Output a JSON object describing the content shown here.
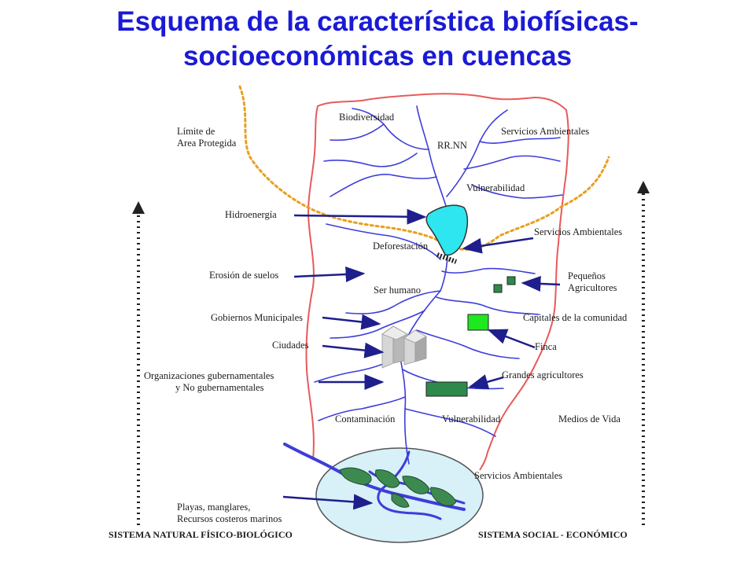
{
  "title": {
    "line1": "Esquema de la característica biofísicas-",
    "line2": "socioeconómicas en cuencas"
  },
  "labels": {
    "limite_line1": "Límite de",
    "limite_line2": "Area Protegida",
    "biodiversidad": "Biodiversidad",
    "servicios_top": "Servicios Ambientales",
    "rrnn": "RR.NN",
    "vulnerabilidad_top": "Vulnerabilidad",
    "hidroenergia": "Hidroenergía",
    "servicios_mid": "Servicios Ambientales",
    "deforestacion": "Deforestación",
    "erosion": "Erosión de suelos",
    "ser_humano": "Ser humano",
    "pequenos_line1": "Pequeños",
    "pequenos_line2": "Agricultores",
    "gobiernos": "Gobiernos Municipales",
    "capitales": "Capitales de la comunidad",
    "ciudades": "Ciudades",
    "finca": "Finca",
    "org_line1": "Organizaciones gubernamentales",
    "org_line2": "y No gubernamentales",
    "grandes": "Grandes agricultores",
    "contaminacion": "Contaminación",
    "vulnerabilidad_bottom": "Vulnerabilidad",
    "medios": "Medios de Vida",
    "servicios_bottom": "Servicios Ambientales",
    "playas_line1": "Playas, manglares,",
    "playas_line2": "Recursos costeros marinos",
    "sistema_natural": "SISTEMA NATURAL FÍSICO-BIOLÓGICO",
    "sistema_social": "SISTEMA SOCIAL - ECONÓMICO"
  },
  "colors": {
    "title": "#1a1ad6",
    "rivers": "#3d3ddb",
    "boundary": "#e85a5a",
    "protected_area": "#e8a020",
    "arrows": "#1e1e8c",
    "reservoir": "#2ee6f0",
    "ocean": "#d8f0f8",
    "mangrove": "#3c8a50",
    "farm_green": "#1ee81e",
    "large_farm": "#2e8a4a"
  }
}
